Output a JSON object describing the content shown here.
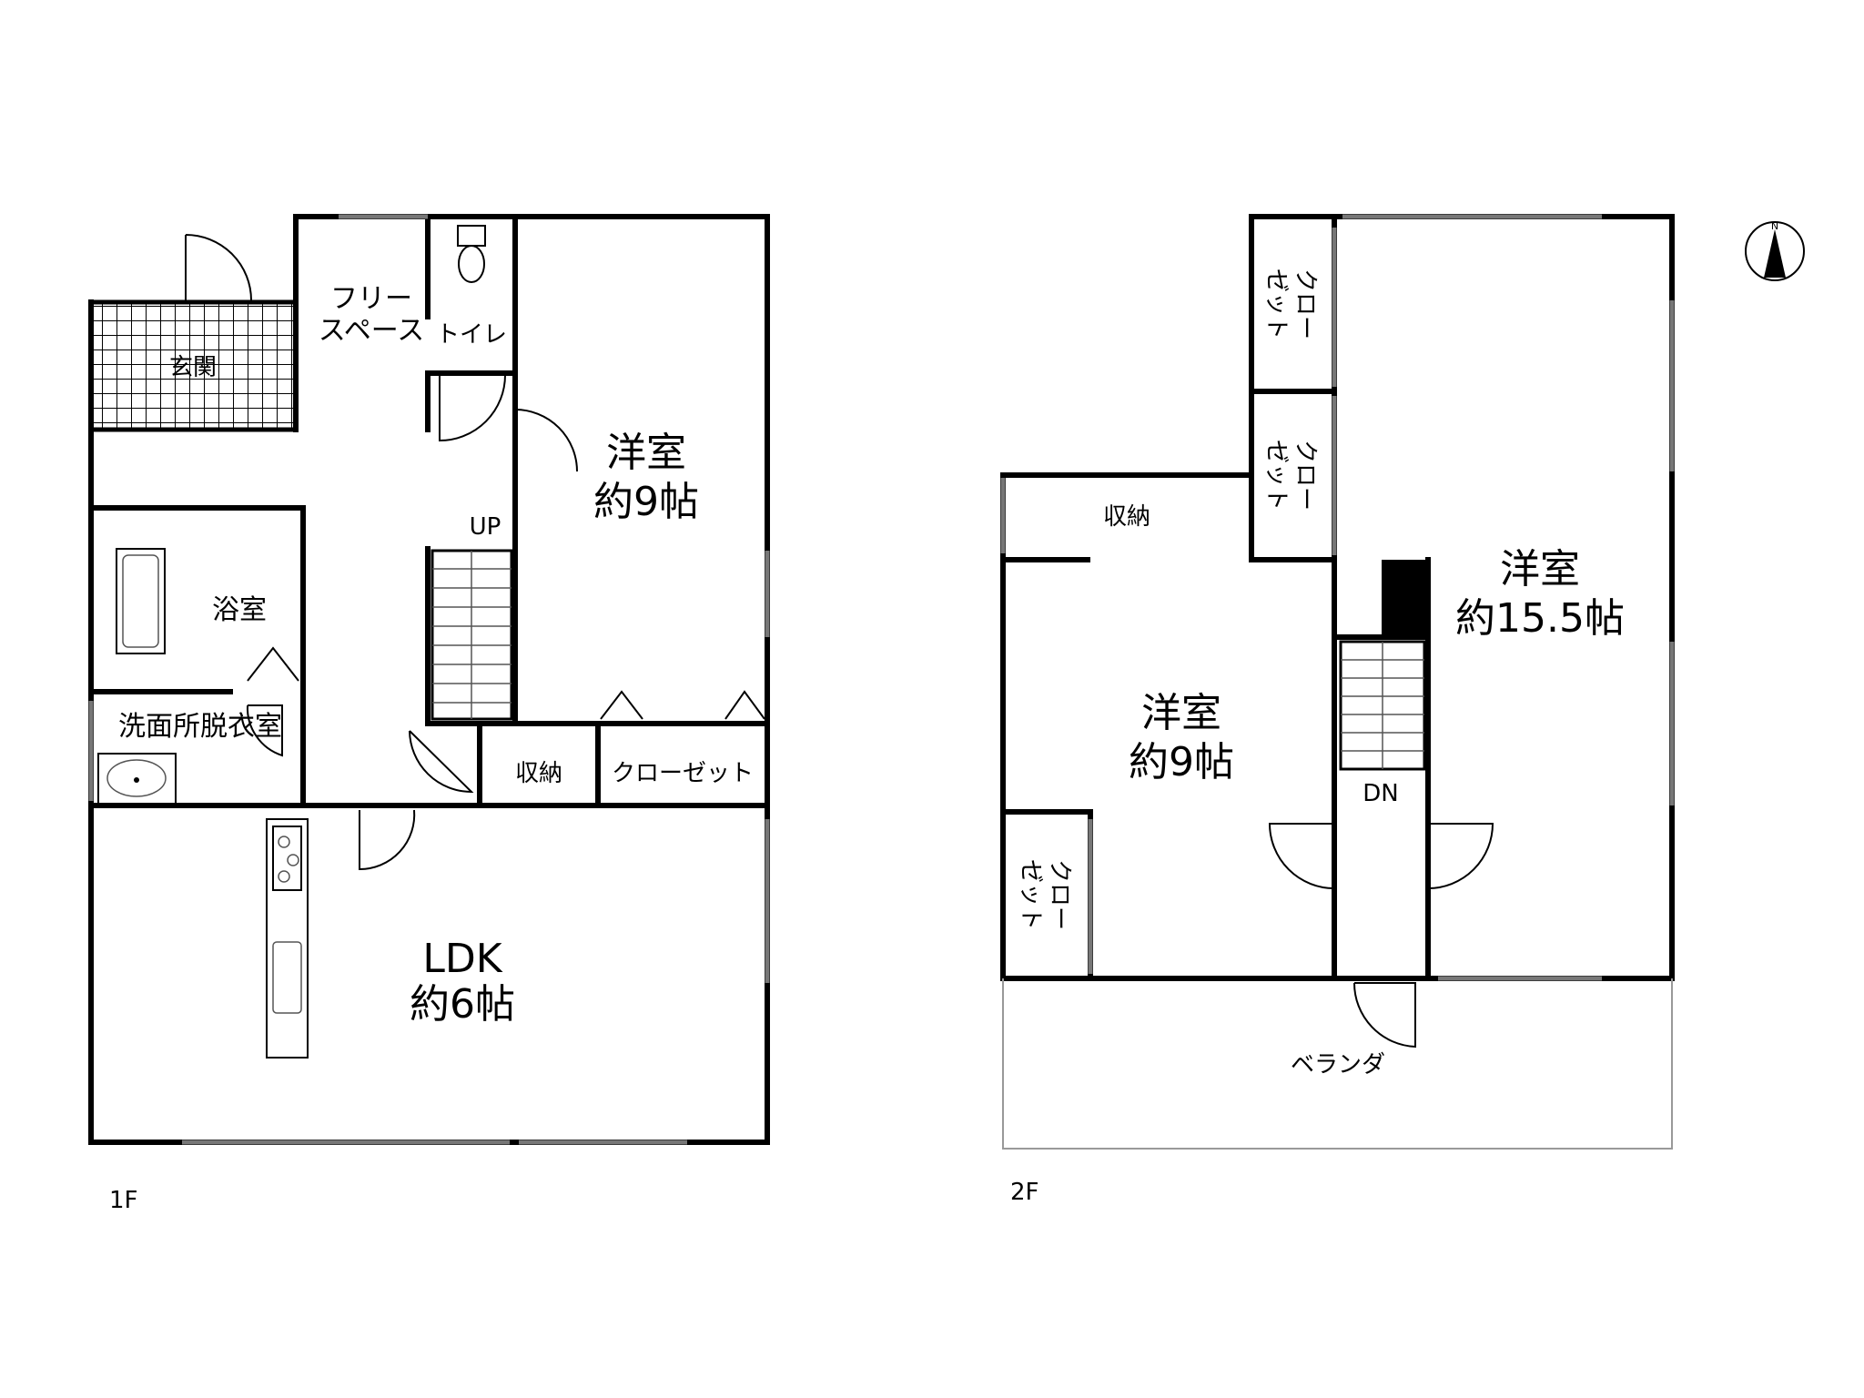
{
  "floor1": {
    "label": "1F",
    "rooms": {
      "entrance": "玄関",
      "free_space_1": "フリー",
      "free_space_2": "スペース",
      "toilet": "トイレ",
      "western_room_name": "洋室",
      "western_room_size": "約9帖",
      "up": "UP",
      "bath": "浴室",
      "washroom": "洗面所脱衣室",
      "storage": "収納",
      "closet": "クローゼット",
      "ldk_name": "LDK",
      "ldk_size": "約6帖"
    }
  },
  "floor2": {
    "label": "2F",
    "rooms": {
      "closet_vertical_1": "クロー",
      "closet_vertical_2": "ゼット",
      "storage": "収納",
      "western_large_name": "洋室",
      "western_large_size": "約15.5帖",
      "western_mid_name": "洋室",
      "western_mid_size": "約9帖",
      "down": "DN",
      "balcony": "ベランダ"
    }
  },
  "compass": {
    "north": "N"
  }
}
